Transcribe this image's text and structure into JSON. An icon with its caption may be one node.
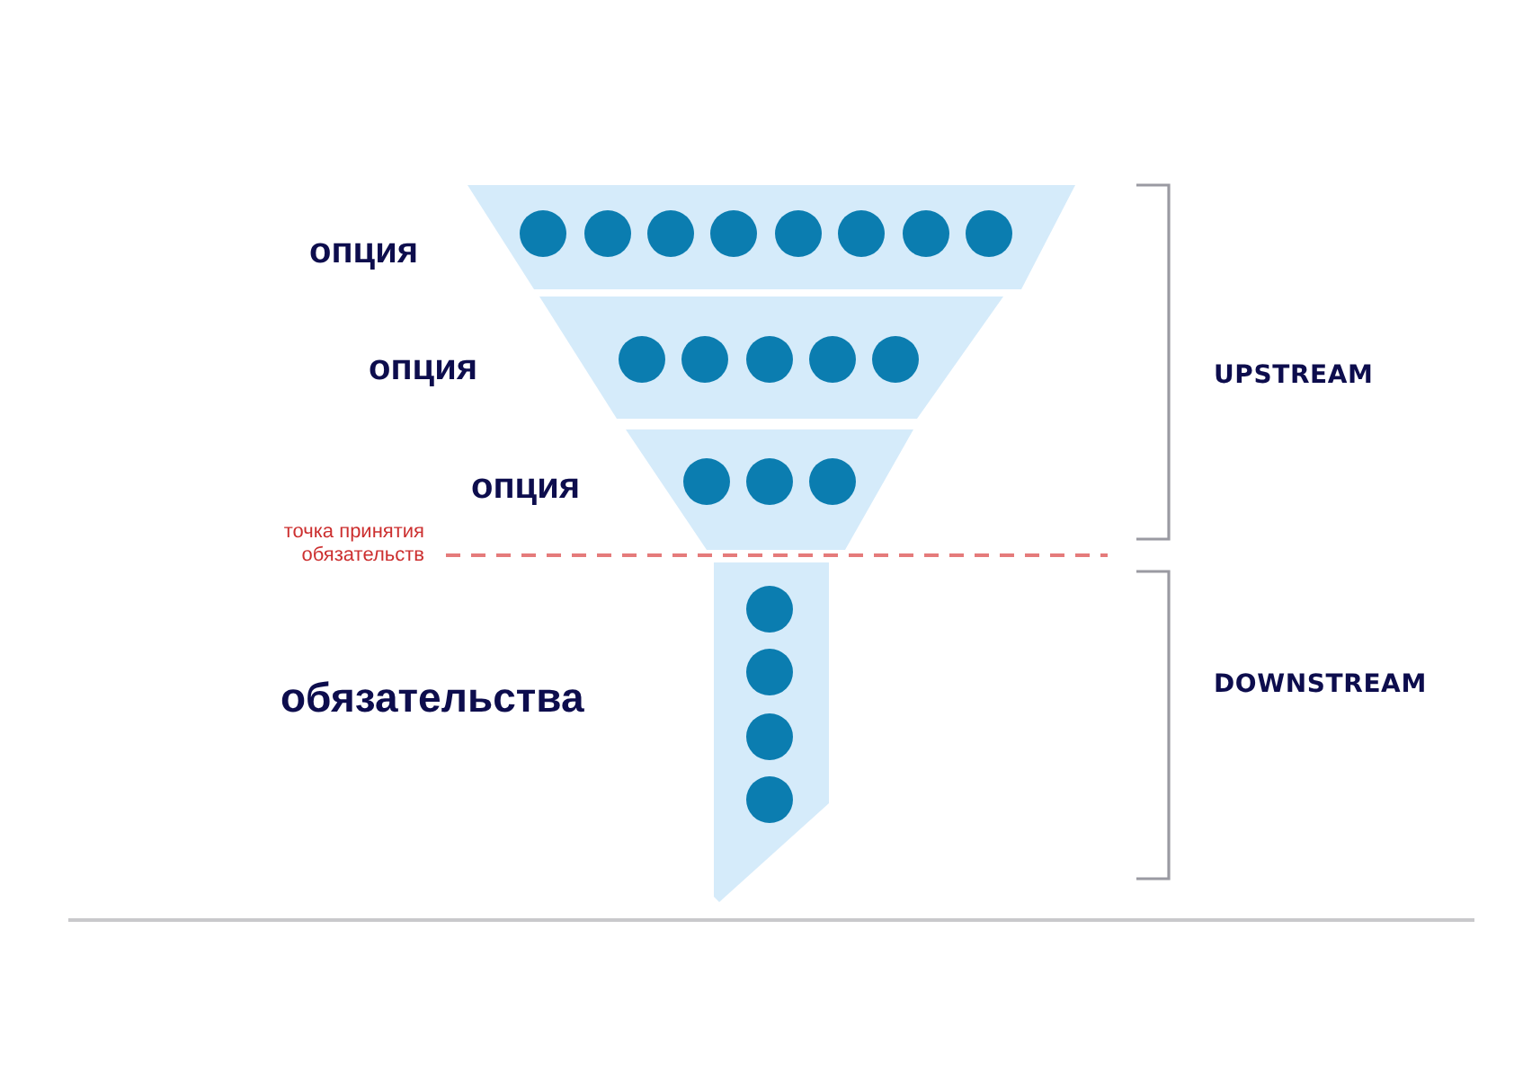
{
  "diagram": {
    "nodes": [
      {
        "text": [],
        "shape": "trapezoid",
        "beside": [
          "опция"
        ]
      },
      {
        "text": [],
        "shape": "circle",
        "in": 0
      },
      {
        "text": [],
        "shape": "circle",
        "in": 0
      },
      {
        "text": [],
        "shape": "circle",
        "in": 0
      },
      {
        "text": [],
        "shape": "circle",
        "in": 0
      },
      {
        "text": [],
        "shape": "circle",
        "in": 0
      },
      {
        "text": [],
        "shape": "circle",
        "in": 0
      },
      {
        "text": [],
        "shape": "circle",
        "in": 0
      },
      {
        "text": [],
        "shape": "circle",
        "in": 0
      },
      {
        "text": [],
        "shape": "trapezoid",
        "beside": [
          "опция"
        ]
      },
      {
        "text": [],
        "shape": "circle",
        "in": 9
      },
      {
        "text": [],
        "shape": "circle",
        "in": 9
      },
      {
        "text": [],
        "shape": "circle",
        "in": 9
      },
      {
        "text": [],
        "shape": "circle",
        "in": 9
      },
      {
        "text": [],
        "shape": "circle",
        "in": 9
      },
      {
        "text": [],
        "shape": "trapezoid",
        "beside": [
          "опция"
        ]
      },
      {
        "text": [],
        "shape": "circle",
        "in": 15
      },
      {
        "text": [],
        "shape": "circle",
        "in": 15
      },
      {
        "text": [],
        "shape": "circle",
        "in": 15
      },
      {
        "text": [],
        "shape": "bar",
        "beside": [
          "обязательства"
        ]
      },
      {
        "text": [],
        "shape": "circle",
        "in": 19
      },
      {
        "text": [],
        "shape": "circle",
        "in": 19
      },
      {
        "text": [],
        "shape": "circle",
        "in": 19
      },
      {
        "text": [],
        "shape": "circle",
        "in": 19
      }
    ],
    "labels": [
      "UPSTREAM",
      "точка принятия обязательств",
      "DOWNSTREAM"
    ]
  }
}
